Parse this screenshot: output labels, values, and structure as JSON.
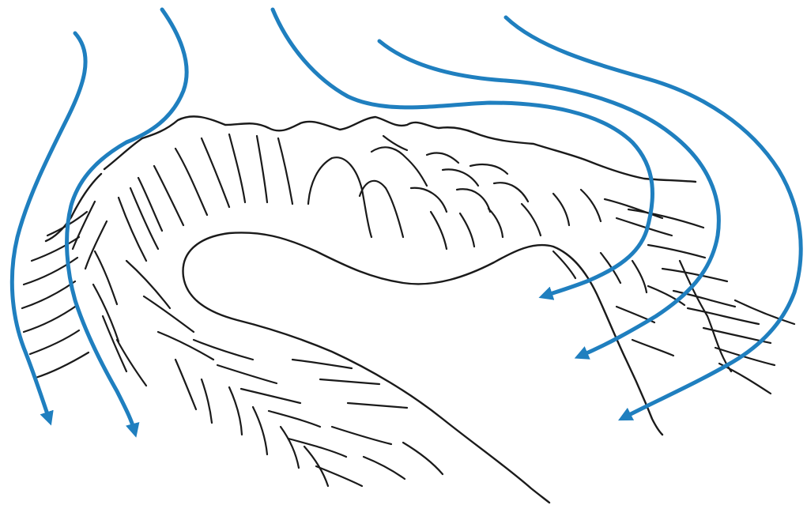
{
  "diagram": {
    "subject": "cirque-glacier-flow-sketch",
    "colors": {
      "ink": "#1a1a1a",
      "flow_arrow": "#1f7fbf",
      "background": "#ffffff"
    },
    "flow_arrows": [
      {
        "id": "arrow-1",
        "direction": "down"
      },
      {
        "id": "arrow-2",
        "direction": "down"
      },
      {
        "id": "arrow-3",
        "direction": "down-left"
      },
      {
        "id": "arrow-4",
        "direction": "down-left"
      },
      {
        "id": "arrow-5",
        "direction": "down-left"
      }
    ]
  }
}
